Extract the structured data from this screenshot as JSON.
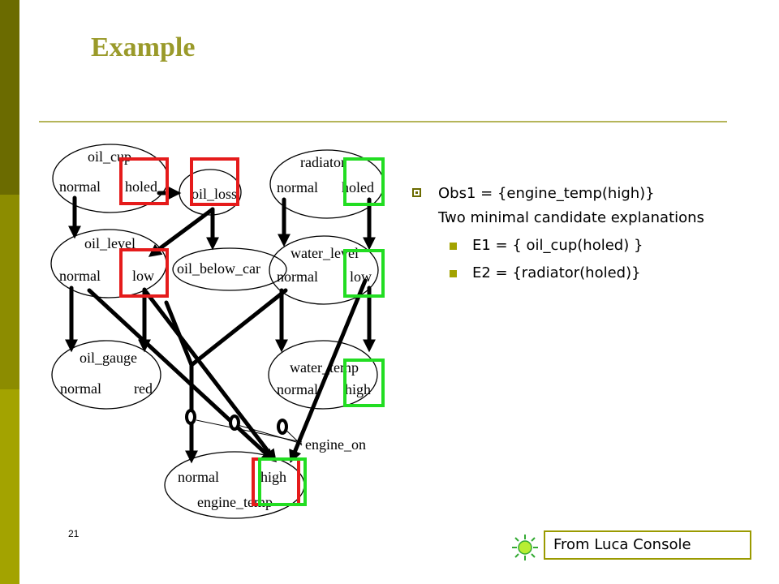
{
  "slide": {
    "title": "Example",
    "page_number": "21",
    "credit": "From Luca Console",
    "colors": {
      "sidebar_dark": "#6b6b00",
      "accent_rule": "#b5b55a",
      "title": "#9a9a2a",
      "highlight_red": "#e51b1b",
      "highlight_green": "#22dd22"
    }
  },
  "diagram": {
    "nodes": {
      "oil_cup": {
        "name": "oil_cup",
        "states": [
          "normal",
          "holed"
        ]
      },
      "oil_loss": {
        "name": "oil_loss"
      },
      "radiator": {
        "name": "radiator",
        "states": [
          "normal",
          "holed"
        ]
      },
      "oil_level": {
        "name": "oil_level",
        "states": [
          "normal",
          "low"
        ]
      },
      "oil_below_car": {
        "name": "oil_below_car"
      },
      "water_level": {
        "name": "water_level",
        "states": [
          "normal",
          "low"
        ]
      },
      "oil_gauge": {
        "name": "oil_gauge",
        "states": [
          "normal",
          "red"
        ]
      },
      "water_temp": {
        "name": "water_temp",
        "states": [
          "normal",
          "high"
        ]
      },
      "engine_temp": {
        "name": "engine_temp",
        "states": [
          "normal",
          "high"
        ]
      }
    },
    "engine_on_label": "engine_on"
  },
  "bullets": {
    "obs": "Obs1 = {engine_temp(high)}",
    "intro": "Two minimal candidate explanations",
    "e1": "E1 = { oil_cup(holed) }",
    "e2": "E2 = {radiator(holed)}"
  },
  "icons": {
    "credit": "sun-icon"
  }
}
